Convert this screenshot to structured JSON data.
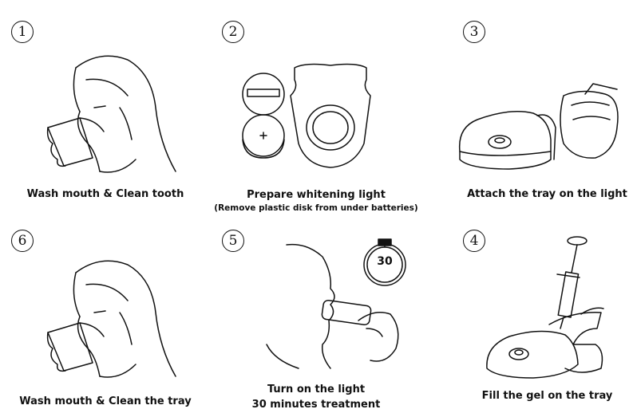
{
  "steps": [
    {
      "number": "1",
      "caption": "Wash mouth & Clean tooth",
      "icon": "woman-drinking-icon"
    },
    {
      "number": "2",
      "caption": "Prepare whitening light",
      "subcaption": "(Remove plastic disk from under batteries)",
      "icon": "whitening-light-icon"
    },
    {
      "number": "3",
      "caption": "Attach the tray on the light",
      "icon": "light-with-tray-icon"
    },
    {
      "number": "6",
      "caption": "Wash mouth & Clean the tray",
      "icon": "woman-drinking-icon"
    },
    {
      "number": "5",
      "caption_line1": "Turn on the light",
      "caption_line2": "30 minutes treatment",
      "timer_value": "30",
      "icon": "mouth-with-light-icon"
    },
    {
      "number": "4",
      "caption": "Fill the gel on the tray",
      "icon": "syringe-gel-icon"
    }
  ]
}
